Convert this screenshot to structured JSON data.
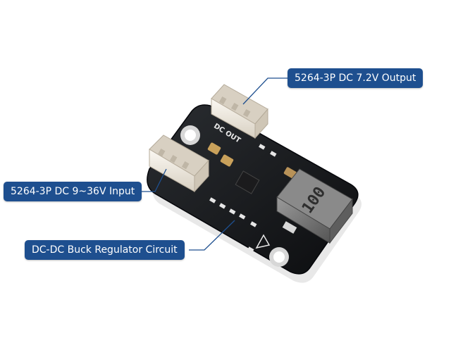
{
  "callouts": {
    "output": "5264-3P DC 7.2V Output",
    "input": "5264-3P DC 9~36V Input",
    "regulator": "DC-DC Buck Regulator Circuit"
  },
  "board": {
    "silkscreen": "DC OUT",
    "inductor_marking": "100"
  },
  "colors": {
    "callout_bg": "#1e4f8f",
    "callout_text": "#ffffff",
    "pcb": "#15171a",
    "connector": "#eee8dc",
    "capacitor": "#c9a15b",
    "inductor": "#7b7b7b",
    "leader_line": "#1e4f8f"
  }
}
